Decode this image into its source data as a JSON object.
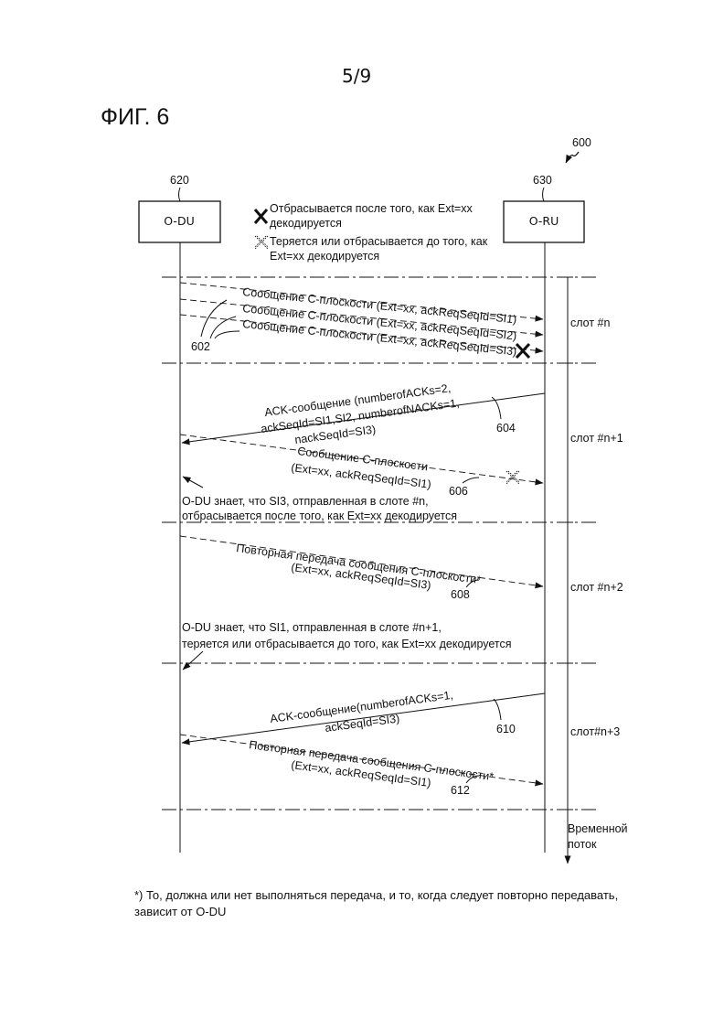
{
  "page_number": "5/9",
  "figure_title": "ФИГ. 6",
  "ref_figure": "600",
  "odu": {
    "ref": "620",
    "label": "O-DU"
  },
  "oru": {
    "ref": "630",
    "label": "O-RU"
  },
  "legend": {
    "discarded_line1": "Отбрасывается после того, как Ext=xx",
    "discarded_line2": "декодируется",
    "lost_line1": "Теряется или отбрасывается до того, как",
    "lost_line2": "Ext=xx декодируется"
  },
  "slots": [
    "слот #n",
    "слот #n+1",
    "слот #n+2",
    "слот#n+3"
  ],
  "time_axis": [
    "Временной",
    "поток"
  ],
  "messages": {
    "cplane_1": "Сообщение C-плоскости (Ext=xx, ackReqSeqId=SI1)",
    "cplane_2": "Сообщение C-плоскости (Ext=xx, ackReqSeqId=SI2)",
    "cplane_3": "Сообщение C-плоскости (Ext=xx, ackReqSeqId=SI3)",
    "ref_602": "602",
    "ack1_line1": "ACK-сообщение (numberofACKs=2,",
    "ack1_line2": "ackSeqId=SI1,SI2, numberofNACKs=1,",
    "ack1_line3": "nackSeqId=SI3)",
    "ref_604": "604",
    "cplane_r_line1": "Сообщение C-плоскости",
    "cplane_r_line2": "(Ext=xx, ackReqSeqId=SI1)",
    "ref_606": "606",
    "note1_line1": "O-DU знает, что SI3, отправленная в слоте #n,",
    "note1_line2": "отбрасывается после того, как Ext=xx декодируется",
    "retx1_line1": "Повторная передача сообщения C-плоскости*",
    "retx1_line2": "(Ext=xx, ackReqSeqId=SI3)",
    "ref_608": "608",
    "note2_line1": "O-DU знает, что SI1, отправленная в слоте #n+1,",
    "note2_line2": "теряется или отбрасывается до того, как Ext=xx декодируется",
    "ack2_line1": "ACK-сообщение(numberofACKs=1,",
    "ack2_line2": "ackSeqId=SI3)",
    "ref_610": "610",
    "retx2_line1": "Повторная передача сообщения C-плоскости*",
    "retx2_line2": "(Ext=xx, ackReqSeqId=SI1)",
    "ref_612": "612"
  },
  "footnote_line1": "*) То, должна или нет выполняться передача, и то, когда следует повторно передавать,",
  "footnote_line2": "зависит от O-DU"
}
